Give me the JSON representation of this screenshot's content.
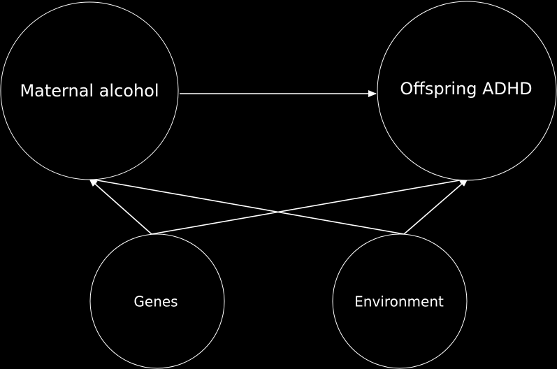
{
  "diagram": {
    "nodes": [
      {
        "id": "maternal-alcohol",
        "label": "Maternal alcohol"
      },
      {
        "id": "offspring-adhd",
        "label": "Offspring ADHD"
      },
      {
        "id": "genes",
        "label": "Genes"
      },
      {
        "id": "environment",
        "label": "Environment"
      }
    ],
    "edges": [
      {
        "from": "maternal-alcohol",
        "to": "offspring-adhd"
      },
      {
        "from": "genes",
        "to": "maternal-alcohol"
      },
      {
        "from": "genes",
        "to": "offspring-adhd"
      },
      {
        "from": "environment",
        "to": "maternal-alcohol"
      },
      {
        "from": "environment",
        "to": "offspring-adhd"
      }
    ],
    "colors": {
      "background": "#000000",
      "stroke": "#ffffff",
      "text": "#ffffff"
    }
  }
}
